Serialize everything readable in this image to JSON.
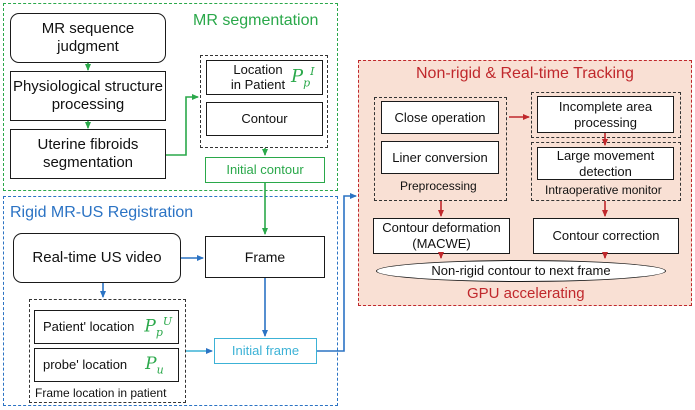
{
  "colors": {
    "green": "#2aa84a",
    "blue": "#2b73c4",
    "red": "#c0282c",
    "cyan": "#3cb2d6",
    "track_bg": "#f9e0d4"
  },
  "mr_segmentation": {
    "title": "MR segmentation",
    "steps": [
      "MR sequence judgment",
      "Physiological structure processing",
      "Uterine fibroids segmentation"
    ],
    "location_label": "Location in Patient",
    "location_symbol": "P",
    "location_sub": "p",
    "location_sup": "I",
    "contour_label": "Contour",
    "initial_contour": "Initial contour"
  },
  "registration": {
    "title": "Rigid MR-US Registration",
    "video": "Real-time US video",
    "frame": "Frame",
    "patient_location_label": "Patient' location",
    "patient_symbol": "P",
    "patient_sub": "p",
    "patient_sup": "U",
    "probe_location_label": "probe' location",
    "probe_symbol": "P",
    "probe_sub": "u",
    "frame_location_caption": "Frame location in patient",
    "initial_frame": "Initial frame"
  },
  "tracking": {
    "title": "Non-rigid & Real-time Tracking",
    "close_operation": "Close operation",
    "liner_conversion": "Liner conversion",
    "preprocessing": "Preprocessing",
    "incomplete_area": "Incomplete area processing",
    "large_movement": "Large movement detection",
    "intraoperative_monitor": "Intraoperative monitor",
    "contour_deformation": "Contour deformation (MACWE)",
    "contour_correction": "Contour correction",
    "next_frame": "Non-rigid contour to next frame",
    "gpu": "GPU accelerating"
  }
}
